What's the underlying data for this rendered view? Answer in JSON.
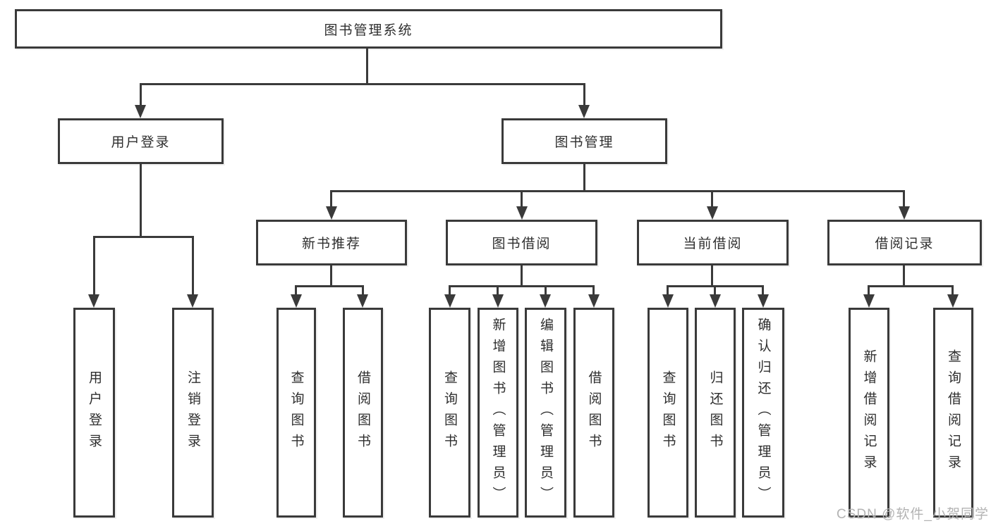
{
  "tree": {
    "label": "图书管理系统",
    "children": [
      {
        "label": "用户登录",
        "children": [
          {
            "label": "用户登录"
          },
          {
            "label": "注销登录"
          }
        ]
      },
      {
        "label": "图书管理",
        "children": [
          {
            "label": "新书推荐",
            "children": [
              {
                "label": "查询图书"
              },
              {
                "label": "借阅图书"
              }
            ]
          },
          {
            "label": "图书借阅",
            "children": [
              {
                "label": "查询图书"
              },
              {
                "label": "新增图书（管理员）"
              },
              {
                "label": "编辑图书（管理员）"
              },
              {
                "label": "借阅图书"
              }
            ]
          },
          {
            "label": "当前借阅",
            "children": [
              {
                "label": "查询图书"
              },
              {
                "label": "归还图书"
              },
              {
                "label": "确认归还（管理员）"
              }
            ]
          },
          {
            "label": "借阅记录",
            "children": [
              {
                "label": "新增借阅记录"
              },
              {
                "label": "查询借阅记录"
              }
            ]
          }
        ]
      }
    ]
  },
  "watermark": {
    "text": "CSDN @软件_小贺同学"
  },
  "colors": {
    "line": "#3a3a3a",
    "text": "#2e2e2e",
    "watermark": "#b3b3b3",
    "background": "#ffffff"
  }
}
